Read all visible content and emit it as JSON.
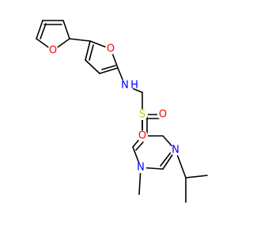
{
  "diagram": {
    "colors": {
      "bond": "#000000",
      "oxygen": "#ff0000",
      "nitrogen": "#0000ff",
      "sulfur": "#cccc00",
      "background": "#ffffff"
    },
    "atoms": {
      "o_furan_top": "O",
      "o_furan_mid": "O",
      "nh": "N",
      "nh_h": "H",
      "s": "S",
      "o_sulfonyl_right": "O",
      "o_sulfonyl_down": "O",
      "n_imidazole_3": "N",
      "n_imidazole_1": "N"
    }
  }
}
